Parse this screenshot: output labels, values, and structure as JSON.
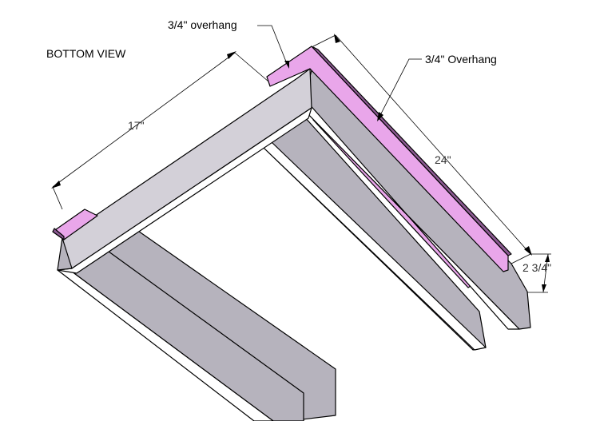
{
  "view_label": "BOTTOM VIEW",
  "callouts": {
    "overhang_top": "3/4\" overhang",
    "overhang_side": "3/4\" Overhang"
  },
  "dimensions": {
    "width": "17\"",
    "length": "24\"",
    "depth": "2 3/4\""
  },
  "colors": {
    "board_face": "#b6b3bd",
    "board_top": "#d3d0d8",
    "board_edge": "#ffffff",
    "overhang": "#e9a6ea",
    "overhang_dark": "#8c5a92"
  }
}
